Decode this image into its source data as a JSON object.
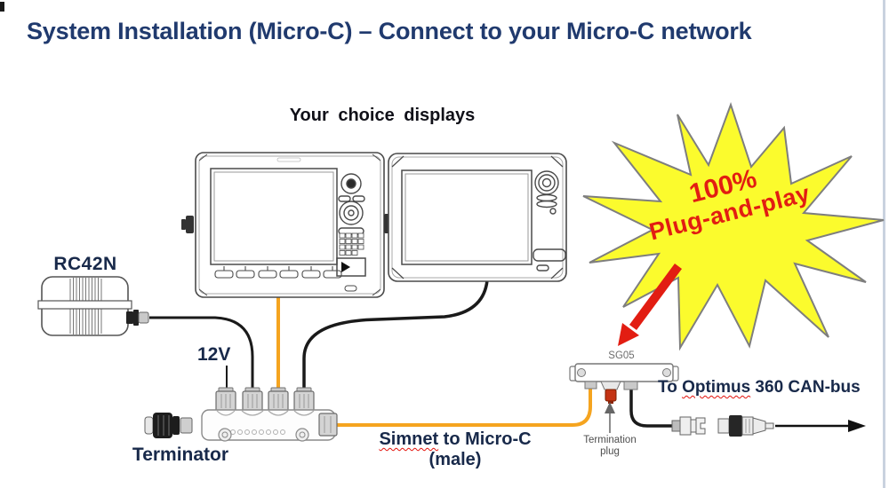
{
  "header": {
    "title": "System Installation (Micro-C) – Connect to your Micro-C network"
  },
  "labels": {
    "displays": "Your choice displays",
    "rc42n": "RC42N",
    "twelve_v": "12V",
    "terminator": "Terminator",
    "sg05": "SG05",
    "termination_plug": {
      "line1": "Termination",
      "line2": "plug"
    },
    "simnet": {
      "underlined": "Simnet",
      "rest": " to Micro-C",
      "line2": "(male)"
    },
    "optimus": {
      "prefix": "To ",
      "underlined": "Optimus",
      "rest": " 360 CAN-bus"
    },
    "starburst": {
      "line1": "100%",
      "line2": "Plug-and-play"
    }
  },
  "colors": {
    "title_navy": "#203a6e",
    "label_navy": "#18294a",
    "cable_orange": "#f5a41f",
    "cable_black": "#1a1a1a",
    "starburst_yellow": "#fbfb2d",
    "starburst_outline": "#7e7e7e",
    "alert_red": "#e21d12",
    "termination_plug_red": "#c43313"
  }
}
